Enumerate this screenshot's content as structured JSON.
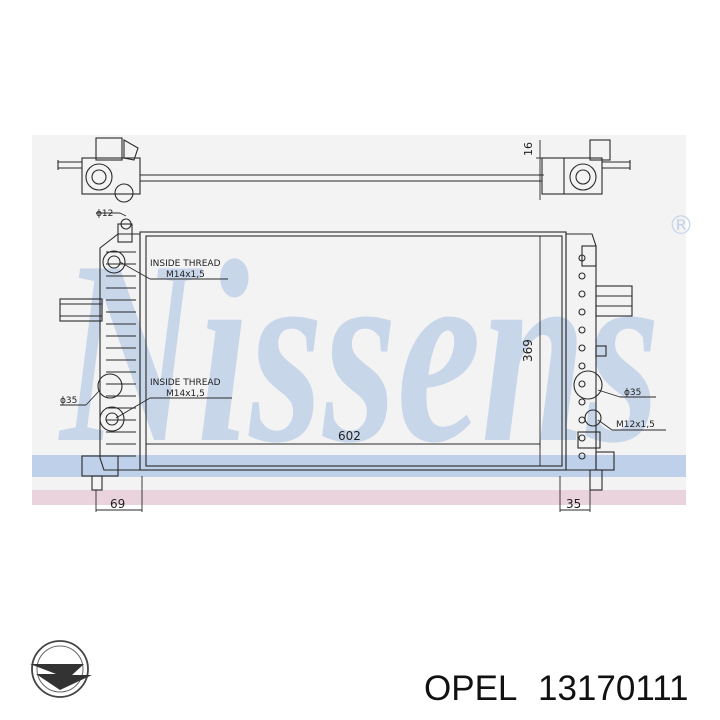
{
  "watermark": {
    "brand": "Nissens",
    "mark": "®",
    "colors": {
      "text": "#c8d6ea",
      "band_blue": "#bfd0ea",
      "band_pink": "#ead3dd",
      "panel": "#f3f3f4"
    }
  },
  "diagram": {
    "labels": {
      "inside_thread_top_line1": "INSIDE THREAD",
      "inside_thread_top_line2": "M14x1,5",
      "inside_thread_bottom_line1": "INSIDE THREAD",
      "inside_thread_bottom_line2": "M14x1,5",
      "dia_12": "ϕ12",
      "dia_35_left": "ϕ35",
      "dia_35_right": "ϕ35",
      "thread_m12": "M12x1,5"
    },
    "dimensions": {
      "width": "602",
      "height": "369",
      "top": "16",
      "left_offset": "69",
      "right_offset": "35"
    }
  },
  "footer": {
    "brand": "OPEL",
    "part_number": "13170111",
    "logo": "opel-logo"
  }
}
